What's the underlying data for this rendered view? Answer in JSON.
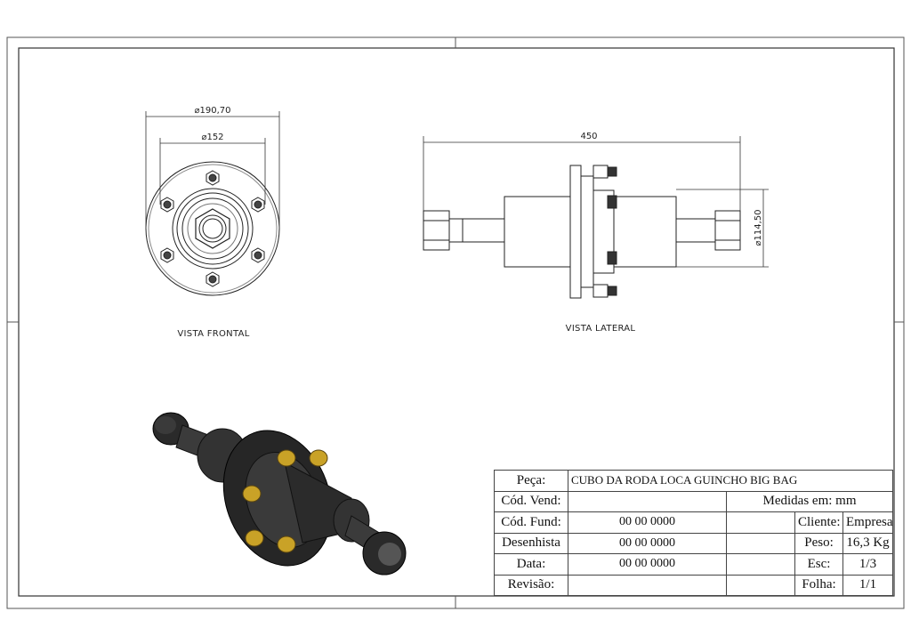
{
  "drawing": {
    "views": {
      "front_label": "VISTA FRONTAL",
      "side_label": "VISTA LATERAL"
    },
    "dimensions": {
      "front_outer_dia": "⌀190,70",
      "front_bolt_circle": "⌀152",
      "side_length": "450",
      "side_body_dia": "⌀114,50"
    }
  },
  "title_block": {
    "peca_label": "Peça:",
    "peca_value": "CUBO DA RODA LOCA GUINCHO BIG BAG",
    "cod_vend_label": "Cód. Vend:",
    "cod_vend_value": "",
    "medidas_text": "Medidas em: mm",
    "cod_fund_label": "Cód. Fund:",
    "cod_fund_value": "00 00 0000",
    "cliente_label": "Cliente:",
    "cliente_value": "Empresa",
    "desenhista_label": "Desenhista",
    "desenhista_value": "00 00 0000",
    "peso_label": "Peso:",
    "peso_value": "16,3 Kg",
    "data_label": "Data:",
    "data_value": "00 00 0000",
    "esc_label": "Esc:",
    "esc_value": "1/3",
    "revisao_label": "Revisão:",
    "revisao_value": "",
    "folha_label": "Folha:",
    "folha_value": "1/1"
  }
}
